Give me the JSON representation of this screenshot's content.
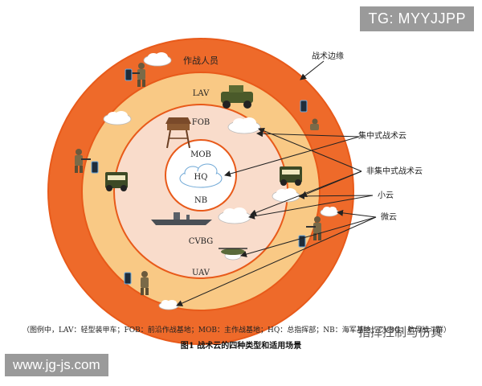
{
  "watermarks": {
    "top_right": "TG: MYYJJPP",
    "bottom_left": "www.jg-js.com",
    "wechat": "指挥控制与仿真"
  },
  "rings": {
    "outer": "作战人员",
    "lav": "LAV",
    "fob": "FOB",
    "mob": "MOB",
    "hq": "HQ",
    "nb": "NB",
    "cvbg": "CVBG",
    "uav": "UAV"
  },
  "callouts": {
    "edge": "战术边缘",
    "centralized": "集中式战术云",
    "decentralized": "非集中式战术云",
    "small": "小云",
    "micro": "微云"
  },
  "legend": "（图例中，LAV：轻型装甲车；FOB：前沿作战基地；MOB：主作战基地；HQ：总指挥部；NB：海军基地；CVBG：航母战斗群）",
  "caption": "图1   战术云的四种类型和适用场景",
  "colors": {
    "outer_ring": "#ee6a2a",
    "lav_ring": "#f9c985",
    "fob_ring": "#f9dccb",
    "core": "#ffffff",
    "ring_border": "#e85a1a"
  }
}
